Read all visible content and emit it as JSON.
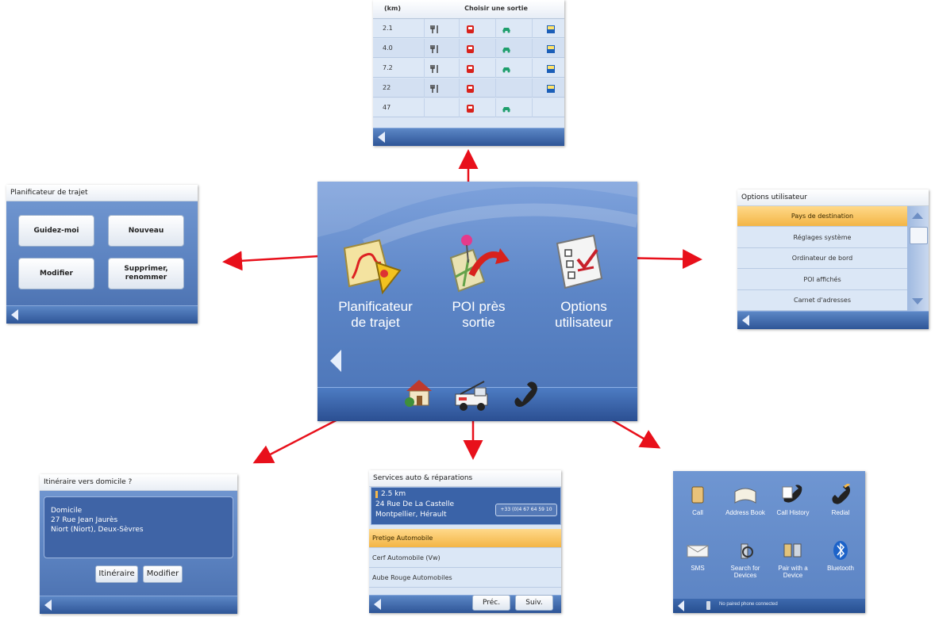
{
  "colors": {
    "arrow": "#e8101b",
    "accent": "#f5b84b",
    "panel": "#5b82c0"
  },
  "center": {
    "items": [
      {
        "label_1": "Planificateur",
        "label_2": "de trajet",
        "icon": "route-planner-icon"
      },
      {
        "label_1": "POI près",
        "label_2": "sortie",
        "icon": "poi-map-icon"
      },
      {
        "label_1": "Options",
        "label_2": "utilisateur",
        "icon": "checklist-icon"
      }
    ],
    "bottom_icons": [
      "home-icon",
      "tow-truck-icon",
      "phone-icon"
    ]
  },
  "poi_exits": {
    "header_km": "(km)",
    "header_title": "Choisir une sortie",
    "rows": [
      {
        "km": "2.1",
        "icons": [
          "restaurant",
          "fuel",
          "car",
          "hotel"
        ]
      },
      {
        "km": "4.0",
        "icons": [
          "restaurant",
          "fuel",
          "car",
          "hotel"
        ]
      },
      {
        "km": "7.2",
        "icons": [
          "restaurant",
          "fuel",
          "car",
          "hotel"
        ]
      },
      {
        "km": "22",
        "icons": [
          "restaurant",
          "fuel",
          "",
          "hotel"
        ]
      },
      {
        "km": "47",
        "icons": [
          "",
          "fuel",
          "car",
          ""
        ]
      }
    ]
  },
  "trip_planner": {
    "title": "Planificateur de trajet",
    "buttons": [
      "Guidez-moi",
      "Nouveau",
      "Modifier",
      "Supprimer,\nrenommer"
    ]
  },
  "user_options": {
    "title": "Options utilisateur",
    "items": [
      "Pays de destination",
      "Réglages système",
      "Ordinateur de bord",
      "POI affichés",
      "Carnet d'adresses"
    ]
  },
  "home_route": {
    "title": "Itinéraire vers domicile ?",
    "lines": [
      "Domicile",
      "27 Rue Jean Jaurès",
      "Niort (Niort), Deux-Sèvres"
    ],
    "btn_route": "Itinéraire",
    "btn_modify": "Modifier"
  },
  "services": {
    "title": "Services auto & réparations",
    "distance": "2.5 km",
    "address_1": "24 Rue De La Castelle",
    "address_2": "Montpellier, Hérault",
    "phone": "+33 (0)4 67 64 59 10",
    "list": [
      "Pretige Automobile",
      "Cerf Automobile (Vw)",
      "Aube Rouge Automobiles"
    ],
    "btn_prev": "Préc.",
    "btn_next": "Suiv."
  },
  "phone": {
    "items": [
      "Call",
      "Address Book",
      "Call History",
      "Redial",
      "SMS",
      "Search for Devices",
      "Pair with a Device",
      "Bluetooth"
    ],
    "status": "No paired phone connected"
  }
}
